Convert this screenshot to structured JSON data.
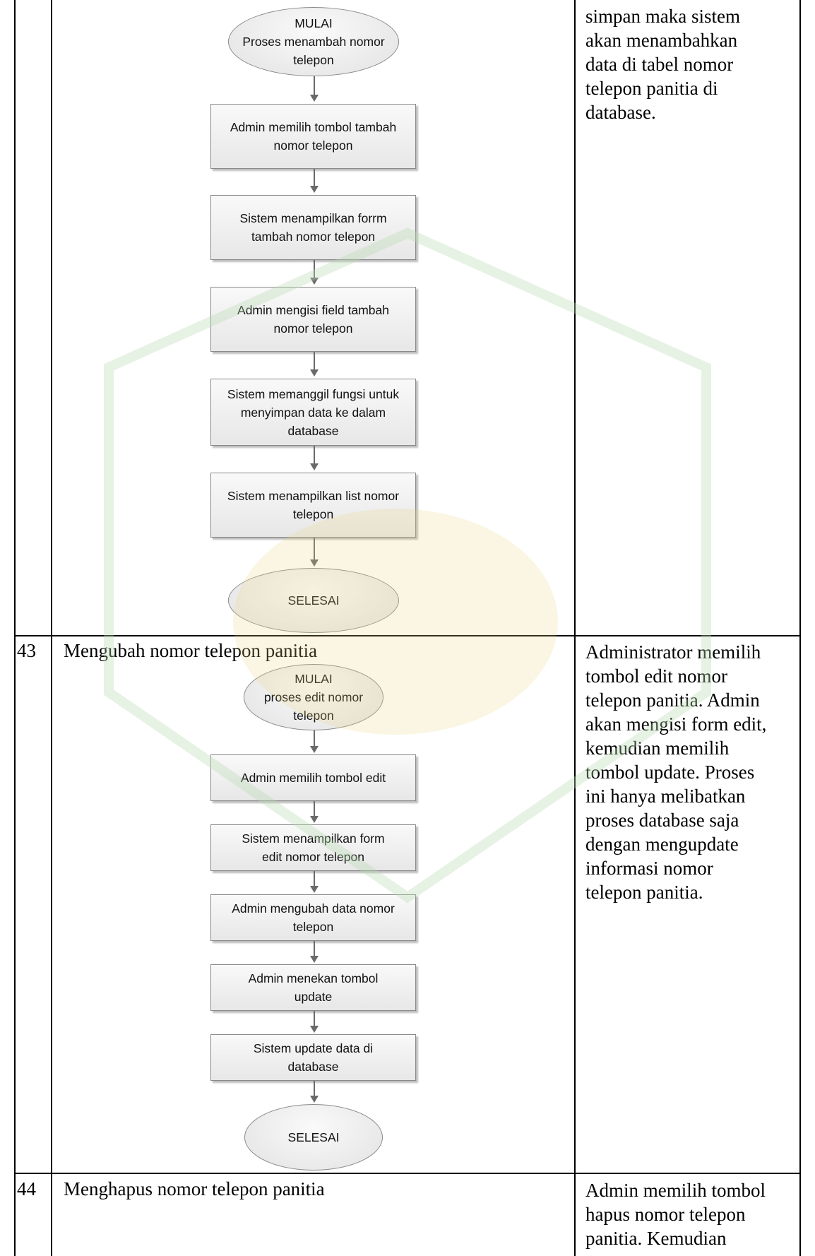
{
  "rows": [
    {
      "number": "",
      "title": "",
      "description_lines": [
        "simpan maka sistem",
        "akan menambahkan",
        "data di tabel nomor",
        "telepon panitia di",
        "database."
      ],
      "flowchart": [
        {
          "type": "terminator",
          "lines": [
            "MULAI",
            "Proses menambah nomor",
            "telepon"
          ]
        },
        {
          "type": "process",
          "lines": [
            "Admin memilih tombol tambah",
            "nomor telepon"
          ]
        },
        {
          "type": "process",
          "lines": [
            "Sistem menampilkan forrm",
            "tambah nomor telepon"
          ]
        },
        {
          "type": "process",
          "lines": [
            "Admin mengisi field tambah",
            "nomor telepon"
          ]
        },
        {
          "type": "process",
          "lines": [
            "Sistem memanggil fungsi untuk",
            "menyimpan data ke dalam",
            "database"
          ]
        },
        {
          "type": "process",
          "lines": [
            "Sistem menampilkan list nomor",
            "telepon"
          ]
        },
        {
          "type": "terminator",
          "lines": [
            "SELESAI"
          ]
        }
      ]
    },
    {
      "number": "43",
      "title": "Mengubah nomor telepon panitia",
      "description_lines": [
        "Administrator memilih",
        "tombol edit nomor",
        "telepon panitia. Admin",
        "akan mengisi form edit,",
        "kemudian memilih",
        "tombol update. Proses",
        "ini hanya melibatkan",
        "proses database saja",
        "dengan mengupdate",
        "informasi nomor",
        "telepon panitia."
      ],
      "flowchart": [
        {
          "type": "terminator",
          "lines": [
            "MULAI",
            "proses edit nomor",
            "telepon"
          ]
        },
        {
          "type": "process",
          "lines": [
            "Admin memilih tombol edit"
          ]
        },
        {
          "type": "process",
          "lines": [
            "Sistem menampilkan form",
            "edit nomor telepon"
          ]
        },
        {
          "type": "process",
          "lines": [
            "Admin mengubah data nomor",
            "telepon"
          ]
        },
        {
          "type": "process",
          "lines": [
            "Admin menekan tombol",
            "update"
          ]
        },
        {
          "type": "process",
          "lines": [
            "Sistem update data di",
            "database"
          ]
        },
        {
          "type": "terminator",
          "lines": [
            "SELESAI"
          ]
        }
      ]
    },
    {
      "number": "44",
      "title": "Menghapus nomor telepon panitia",
      "description_lines": [
        "Admin memilih tombol",
        "hapus nomor telepon",
        "panitia. Kemudian"
      ]
    }
  ],
  "colors": {
    "border": "#000000",
    "shape_border": "#8a8a8a",
    "arrow": "#6a6a6a",
    "watermark": "#b8d9b0"
  }
}
